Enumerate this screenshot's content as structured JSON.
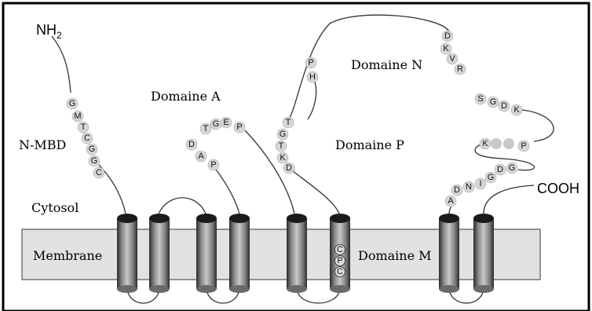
{
  "labels": {
    "nh2": "NH",
    "nh2_sub": "2",
    "cooh": "COOH",
    "n_mbd": "N-MBD",
    "domaine_a": "Domaine A",
    "domaine_n": "Domaine N",
    "domaine_p": "Domaine P",
    "domaine_m": "Domaine M",
    "cytosol": "Cytosol",
    "membrane": "Membrane"
  },
  "residues": {
    "n_mbd": [
      "G",
      "M",
      "T",
      "C",
      "G",
      "G",
      "C"
    ],
    "domain_a": [
      "T",
      "G",
      "E",
      "P",
      "D",
      "A",
      "P"
    ],
    "domain_p": [
      "T",
      "G",
      "T",
      "K",
      "D"
    ],
    "ph_loop": [
      "P",
      "H"
    ],
    "domain_n_top": [
      "D",
      "K",
      "V",
      "R"
    ],
    "sgdk": [
      "S",
      "G",
      "D",
      "K"
    ],
    "kp": [
      "K",
      "P"
    ],
    "dg": [
      "D",
      "G"
    ],
    "adnig": [
      "A",
      "D",
      "N",
      "I",
      "G"
    ],
    "cpc": [
      "C",
      "P",
      "C"
    ]
  },
  "colors": {
    "membrane_band": "#e2e2e2",
    "residue_fill": "#d6d6d6",
    "cylinder_dark": "#1a1a1a",
    "cylinder_mid": "#9a9a9a",
    "frame_border": "#000000"
  }
}
